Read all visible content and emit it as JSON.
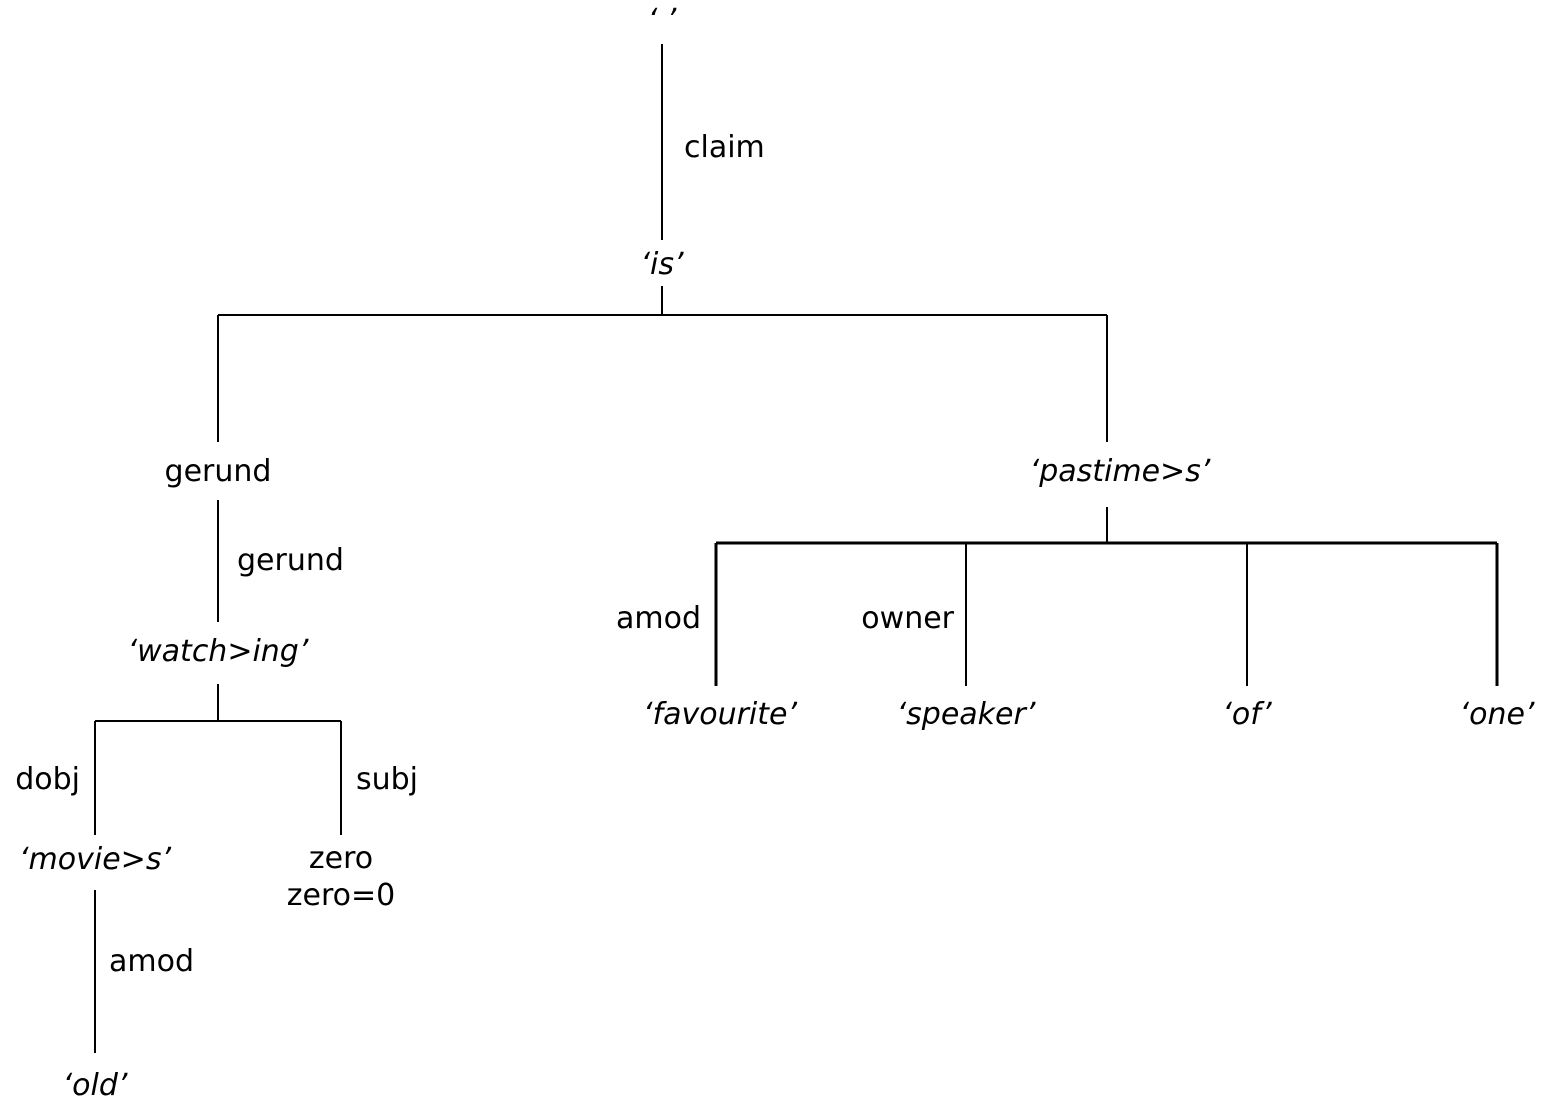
{
  "tree": {
    "nodes": {
      "root": "‘ ’",
      "is": "‘is’",
      "gerund_node": "gerund",
      "watching": "‘watch>ing’",
      "movies": "‘movie>s’",
      "old": "‘old’",
      "zero_line1": "zero",
      "zero_line2": "zero=0",
      "pastimes": "‘pastime>s’",
      "favourite": "‘favourite’",
      "speaker": "‘speaker’",
      "of": "‘of’",
      "one": "‘one’"
    },
    "relations": {
      "claim": "claim",
      "gerund": "gerund",
      "dobj": "dobj",
      "subj": "subj",
      "amod_old": "amod",
      "amod_favourite": "amod",
      "owner": "owner"
    }
  },
  "colors": {
    "line": "#000000",
    "text": "#000000",
    "background": "#ffffff"
  }
}
